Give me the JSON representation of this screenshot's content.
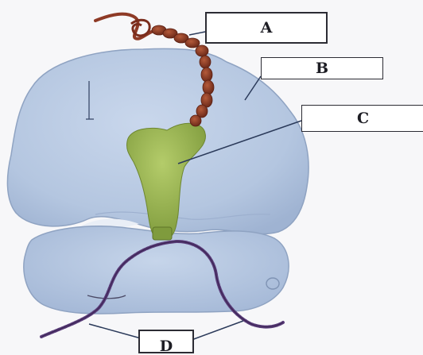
{
  "diagram": {
    "labels": {
      "a": "A",
      "b": "B",
      "c": "C",
      "d": "D"
    },
    "colors": {
      "ribosome_subunit": "#b9cbe3",
      "ribosome_outline": "#8fa3c2",
      "trna": "#9cb552",
      "polypeptide": "#8e3a26",
      "mrna": "#5a3c7a"
    }
  }
}
